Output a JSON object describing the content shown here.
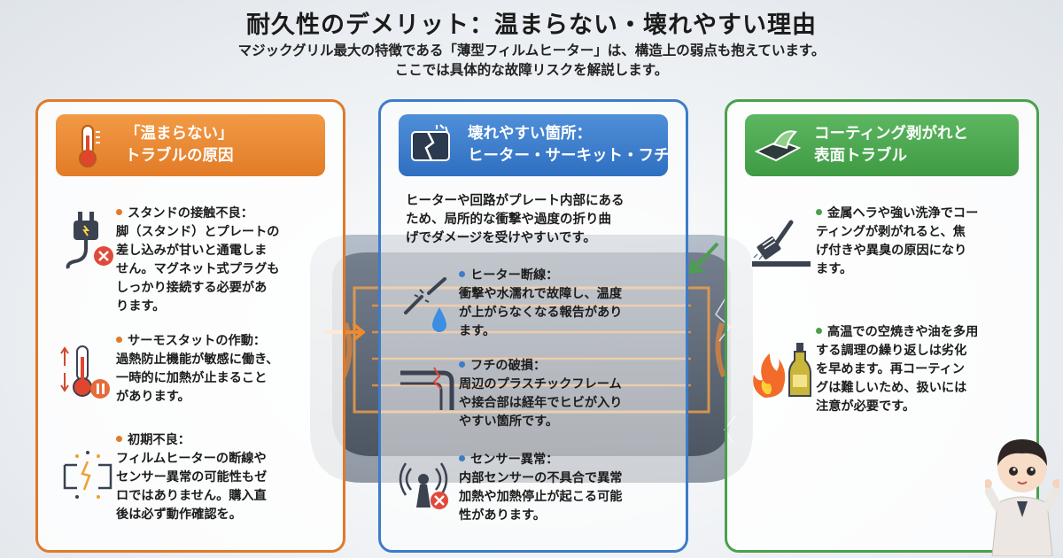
{
  "header": {
    "title": "耐久性のデメリット：温まらない・壊れやすい理由",
    "subtitle_lines": [
      "マジックグリル最大の特徴である「薄型フィルムヒーター」は、構造上の弱点も抱えています。",
      "ここでは具体的な故障リスクを解説します。"
    ]
  },
  "panels": [
    {
      "color": "#e07a2a",
      "icon": "thermometer-icon",
      "heading_lines": [
        "「温まらない」",
        "トラブルの原因"
      ],
      "items": [
        {
          "icon": "plug-error-icon",
          "lines": [
            "スタンドの接触不良：",
            "脚（スタンド）とプレートの",
            "差し込みが甘いと通電しま",
            "せん。マグネット式プラグも",
            "しっかり接続する必要があ",
            "ります。"
          ]
        },
        {
          "icon": "thermostat-pause-icon",
          "lines": [
            "サーモスタットの作動：",
            "過熱防止機能が敏感に働き、",
            "一時的に加熱が止まること",
            "があります。"
          ]
        },
        {
          "icon": "broken-circuit-icon",
          "lines": [
            "初期不良：",
            "フィルムヒーターの断線や",
            "センサー異常の可能性もゼ",
            "ロではありません。購入直",
            "後は必ず動作確認を。"
          ]
        }
      ]
    },
    {
      "color": "#3d7cc9",
      "icon": "cracked-plate-icon",
      "heading_lines": [
        "壊れやすい箇所：",
        "ヒーター・サーキット・フチ"
      ],
      "intro_lines": [
        "ヒーターや回路がプレート内部にある",
        "ため、局所的な衝撃や過度の折り曲",
        "げでダメージを受けやすいです。"
      ],
      "items": [
        {
          "icon": "broken-wire-water-icon",
          "lines": [
            "ヒーター断線：",
            "衝撃や水濡れで故障し、温度",
            "が上がらなくなる報告があり",
            "ます。"
          ]
        },
        {
          "icon": "cracked-edge-icon",
          "lines": [
            "フチの破損：",
            "周辺のプラスチックフレーム",
            "や接合部は経年でヒビが入り",
            "やすい箇所です。"
          ]
        },
        {
          "icon": "sensor-error-icon",
          "lines": [
            "センサー異常：",
            "内部センサーの不具合で異常",
            "加熱や加熱停止が起こる可能",
            "性があります。"
          ]
        }
      ]
    },
    {
      "color": "#4aa04e",
      "icon": "peeling-coating-icon",
      "heading_lines": [
        "コーティング剥がれと",
        "表面トラブル"
      ],
      "items": [
        {
          "icon": "spatula-icon",
          "lines": [
            "金属ヘラや強い洗浄でコー",
            "ティングが剥がれると、焦",
            "げ付きや異臭の原因になり",
            "ます。"
          ]
        },
        {
          "icon": "fire-oil-icon",
          "lines": [
            "高温での空焼きや油を多用",
            "する調理の繰り返しは劣化",
            "を早めます。再コーティン",
            "グは難しいため、扱いには",
            "注意が必要です。"
          ]
        }
      ]
    }
  ]
}
